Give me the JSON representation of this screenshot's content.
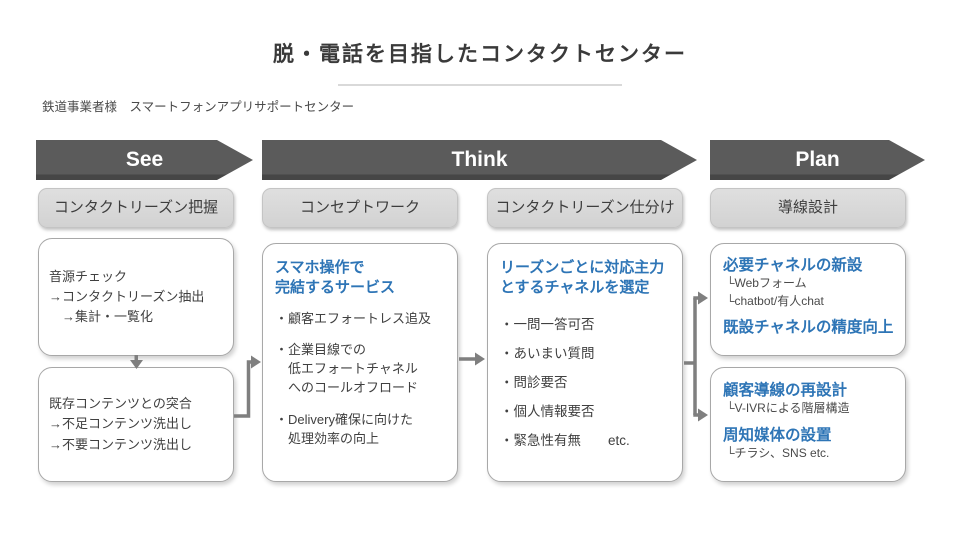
{
  "header": {
    "title": "脱・電話を目指したコンタクトセンター",
    "subtitle": "鉄道事業者様　スマートフォンアプリサポートセンター"
  },
  "colors": {
    "stage_arrow_gray": "#595959",
    "phase_label_gray": "#d9d9d9",
    "accent_blue": "#2e75b6",
    "connector_gray": "#7f7f7f",
    "body_text": "#404040"
  },
  "stages": [
    {
      "label": "See"
    },
    {
      "label": "Think"
    },
    {
      "label": "Plan"
    }
  ],
  "phase_labels": [
    "コンタクトリーズン把握",
    "コンセプトワーク",
    "コンタクトリーズン仕分け",
    "導線設計"
  ],
  "see_column": {
    "box1_lines": [
      "音源チェック",
      "→コンタクトリーズン抽出",
      "　→集計・一覧化"
    ],
    "box2_lines": [
      "既存コンテンツとの突合",
      "→不足コンテンツ洗出し",
      "→不要コンテンツ洗出し"
    ]
  },
  "concept_box": {
    "title_lines": [
      "スマホ操作で",
      "完結するサービス"
    ],
    "bullets": [
      [
        "・顧客エフォートレス追及"
      ],
      [
        "・企業目線での",
        "　低エフォートチャネル",
        "　へのコールオフロード"
      ],
      [
        "・Delivery確保に向けた",
        "　処理効率の向上"
      ]
    ]
  },
  "sorting_box": {
    "title_lines": [
      "リーズンごとに対応主力",
      "とするチャネルを選定"
    ],
    "items": [
      "・一問一答可否",
      "・あいまい質問",
      "・問診要否",
      "・個人情報要否",
      "・緊急性有無　　etc."
    ]
  },
  "plan_column": {
    "box1": {
      "heading1": "必要チャネルの新設",
      "subs1": [
        "└Webフォーム",
        "└chatbot/有人chat"
      ],
      "heading2": "既設チャネルの精度向上"
    },
    "box2": {
      "heading1": "顧客導線の再設計",
      "subs1": [
        "└V-IVRによる階層構造"
      ],
      "heading2": "周知媒体の設置",
      "subs2": [
        "└チラシ、SNS etc."
      ]
    }
  }
}
